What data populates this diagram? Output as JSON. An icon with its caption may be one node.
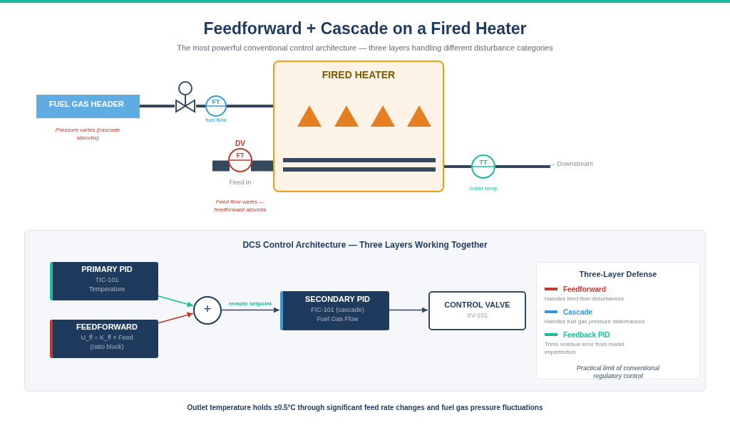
{
  "diagram": {
    "title": "Feedforward + Cascade on a Fired Heater",
    "caption": "Outlet temperature holds ±0.5°C through significant feed rate changes and fuel gas pressure fluctuations",
    "nodes": [
      {
        "text": [
          "FUEL GAS HEADER"
        ],
        "beside": [
          "Pressure varies (cascade absorbs)"
        ]
      },
      {
        "text": [],
        "shape": "valve"
      },
      {
        "text": [
          "FT"
        ],
        "beside": [
          "fuel flow"
        ]
      },
      {
        "text": [
          "FIRED HEATER"
        ]
      },
      {
        "text": [
          "DV",
          "FT"
        ],
        "beside": [
          "Feed In"
        ]
      },
      {
        "text": [
          "TT"
        ],
        "beside": [
          "outlet temp"
        ]
      },
      {
        "text": [
          "DCS Control Architecture — Three Layers Working Together"
        ]
      },
      {
        "text": [
          "PRIMARY PID",
          "TIC-101",
          "Temperature"
        ],
        "in": 6
      },
      {
        "text": [
          "FEEDFORWARD",
          "U_ff = K_ff × Feed",
          "(ratio block)"
        ],
        "in": 6
      },
      {
        "text": [
          "+"
        ],
        "in": 6
      },
      {
        "text": [
          "SECONDARY PID",
          "FIC-101 (cascade)",
          "Fuel Gas Flow"
        ],
        "in": 6
      },
      {
        "text": [
          "CONTROL VALVE",
          "XV-101"
        ],
        "in": 6
      },
      {
        "text": [
          "Three-Layer Defense",
          "Practical limit of conventional regulatory control"
        ],
        "in": 6
      },
      {
        "text": [
          "→ Downstream"
        ]
      }
    ],
    "edges": [
      {
        "from": 0,
        "to": 1,
        "arrow": "none"
      },
      {
        "from": 1,
        "to": 2,
        "arrow": "none"
      },
      {
        "from": 2,
        "to": 3,
        "arrow": "none"
      },
      {
        "from": null,
        "to": 4,
        "arrow": "none",
        "style": "thick"
      },
      {
        "from": 4,
        "to": 3,
        "arrow": "none",
        "style": "thick"
      },
      {
        "from": 3,
        "to": 5,
        "arrow": "none"
      },
      {
        "from": 5,
        "to": 13,
        "arrow": "none"
      },
      {
        "from": 7,
        "to": 9,
        "arrow": "to",
        "color": "#1abc9c"
      },
      {
        "from": 8,
        "to": 9,
        "arrow": "to",
        "color": "#c0392b"
      },
      {
        "from": 9,
        "to": 10,
        "arrow": "to",
        "label": "remote setpoint"
      },
      {
        "from": 10,
        "to": 11,
        "arrow": "to"
      }
    ],
    "labels": [
      "The most powerful conventional control architecture — three layers handling different disturbance categories",
      "Feed flow varies — feedforward absorbs",
      "Handles feed flow disturbances",
      "Handles fuel gas pressure disturbances",
      "Trims residual error from model imperfection"
    ],
    "legend": [
      {
        "text": "Feedforward",
        "color": "#c0392b"
      },
      {
        "text": "Cascade",
        "color": "#3498db"
      },
      {
        "text": "Feedback PID",
        "color": "#1abc9c"
      }
    ]
  }
}
